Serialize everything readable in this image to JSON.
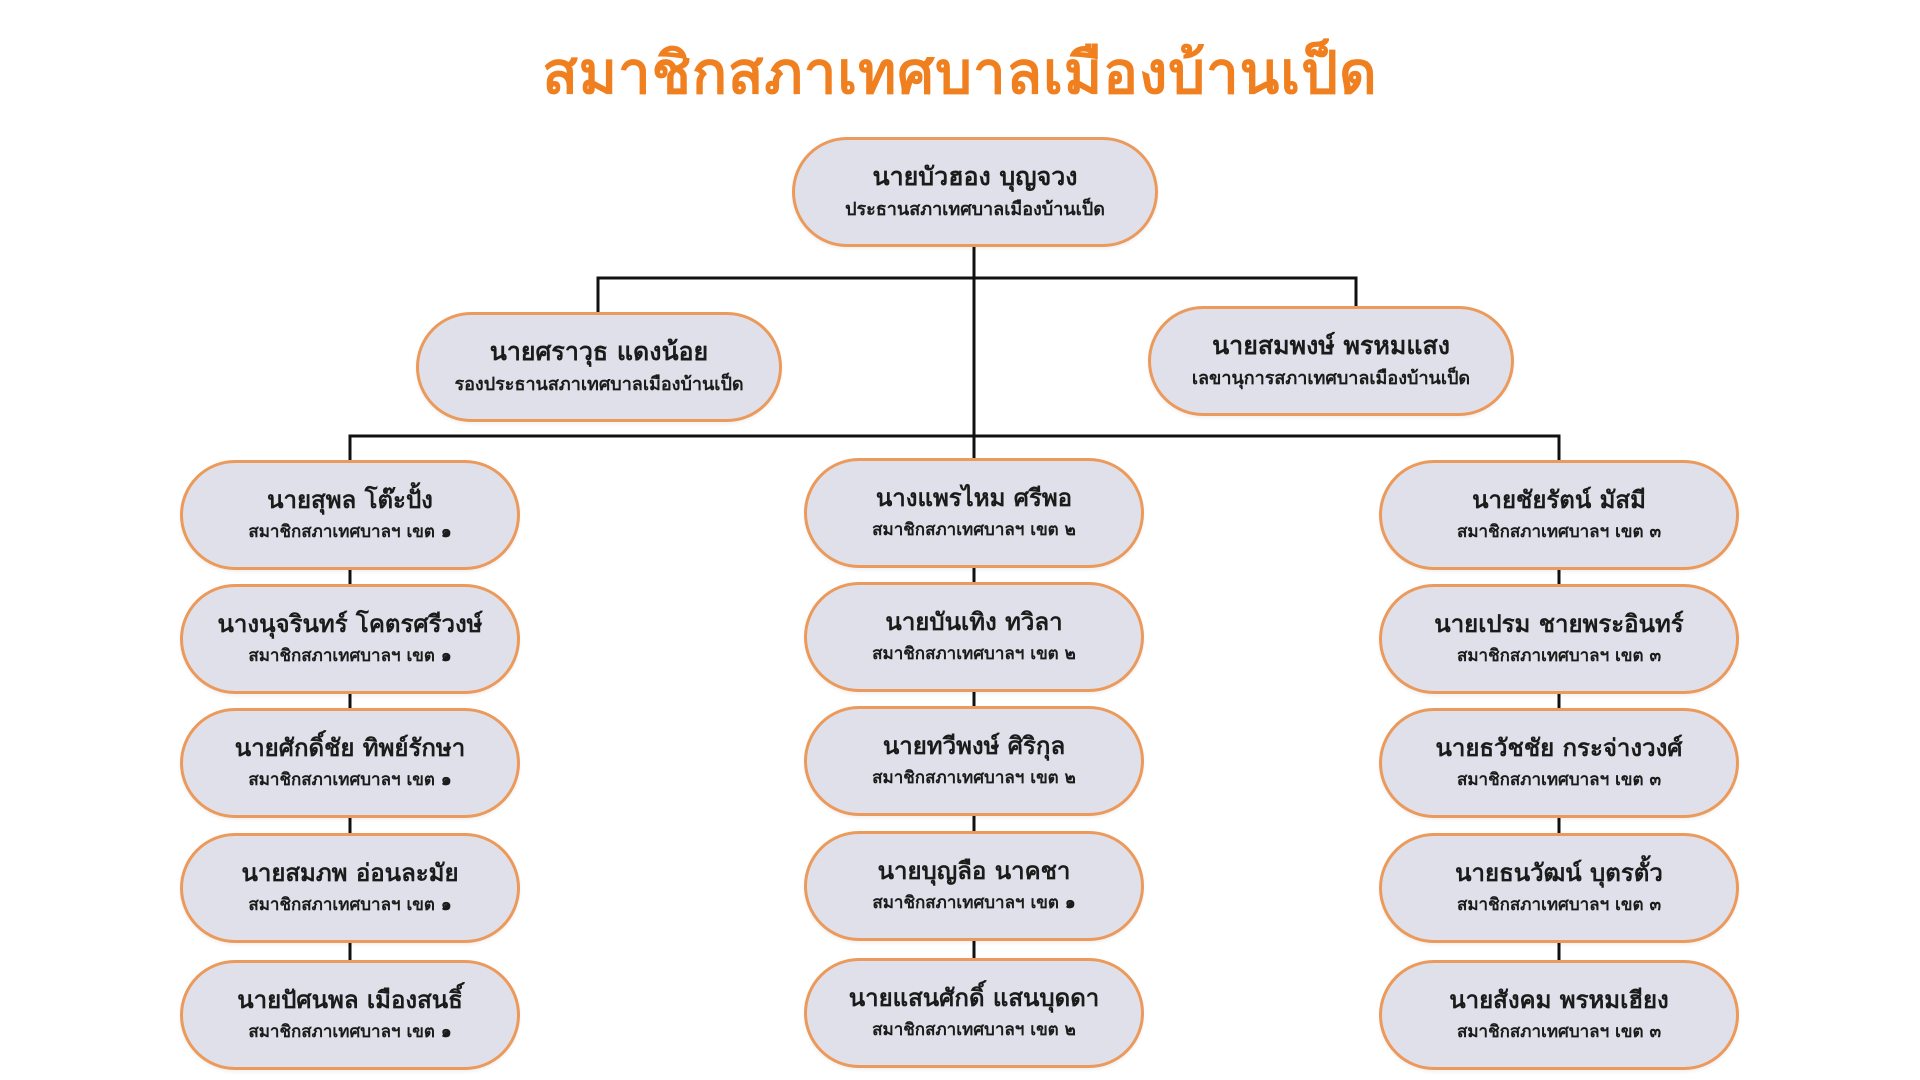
{
  "title": "สมาชิกสภาเทศบาลเมืองบ้านเป็ด",
  "colors": {
    "title": "#f0801f",
    "node_fill": "#dfe0e9",
    "node_border": "#ec9a5b",
    "connector": "#111111"
  },
  "chairman": {
    "name": "นายบัวฮอง บุญจวง",
    "role": "ประธานสภาเทศบาลเมืองบ้านเป็ด"
  },
  "vice_chairman": {
    "name": "นายศราวุธ แดงน้อย",
    "role": "รองประธานสภาเทศบาลเมืองบ้านเป็ด"
  },
  "secretary": {
    "name": "นายสมพงษ์ พรหมแสง",
    "role": "เลขานุการสภาเทศบาลเมืองบ้านเป็ด"
  },
  "columns": [
    {
      "members": [
        {
          "name": "นายสุพล โต๊ะปั้ง",
          "role": "สมาชิกสภาเทศบาลฯ เขต ๑"
        },
        {
          "name": "นางนุจรินทร์ โคตรศรีวงษ์",
          "role": "สมาชิกสภาเทศบาลฯ เขต ๑"
        },
        {
          "name": "นายศักดิ์ชัย ทิพย์รักษา",
          "role": "สมาชิกสภาเทศบาลฯ เขต ๑"
        },
        {
          "name": "นายสมภพ อ่อนละมัย",
          "role": "สมาชิกสภาเทศบาลฯ เขต ๑"
        },
        {
          "name": "นายปัศนพล เมืองสนธิ์",
          "role": "สมาชิกสภาเทศบาลฯ เขต ๑"
        }
      ]
    },
    {
      "members": [
        {
          "name": "นางแพรไหม ศรีพอ",
          "role": "สมาชิกสภาเทศบาลฯ เขต ๒"
        },
        {
          "name": "นายบันเทิง ทวิลา",
          "role": "สมาชิกสภาเทศบาลฯ เขต ๒"
        },
        {
          "name": "นายทวีพงษ์ ศิริกุล",
          "role": "สมาชิกสภาเทศบาลฯ เขต ๒"
        },
        {
          "name": "นายบุญลือ นาคชา",
          "role": "สมาชิกสภาเทศบาลฯ เขต ๑"
        },
        {
          "name": "นายแสนศักดิ์ แสนบุดดา",
          "role": "สมาชิกสภาเทศบาลฯ เขต ๒"
        }
      ]
    },
    {
      "members": [
        {
          "name": "นายชัยรัตน์ มัสมี",
          "role": "สมาชิกสภาเทศบาลฯ เขต ๓"
        },
        {
          "name": "นายเปรม ชายพระอินทร์",
          "role": "สมาชิกสภาเทศบาลฯ เขต ๓"
        },
        {
          "name": "นายธวัชชัย กระจ่างวงศ์",
          "role": "สมาชิกสภาเทศบาลฯ เขต ๓"
        },
        {
          "name": "นายธนวัฒน์ บุตรตั้ว",
          "role": "สมาชิกสภาเทศบาลฯ เขต ๓"
        },
        {
          "name": "นายสังคม พรหมเฮียง",
          "role": "สมาชิกสภาเทศบาลฯ เขต ๓"
        }
      ]
    }
  ]
}
